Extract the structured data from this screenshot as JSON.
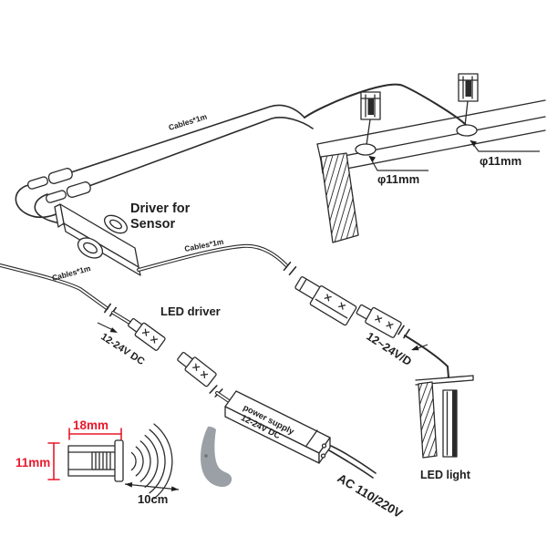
{
  "labels": {
    "driver_for_sensor": {
      "line1": "Driver for",
      "line2": "Sensor"
    },
    "cables": {
      "top": "Cables*1m",
      "middle": "Cables*1m",
      "left": "Cables*1m"
    },
    "led_driver": "LED driver",
    "led_light": "LED light",
    "power_supply": {
      "line1": "power supply",
      "line2": "12-24V DC"
    },
    "ac_input": "AC 110/220V",
    "dc_left": "12-24V DC",
    "dc_right": "12~24V/D",
    "hole_left": "φ11mm",
    "hole_right": "φ11mm"
  },
  "sensor_inset": {
    "width": "18mm",
    "height": "11mm",
    "range": "10cm"
  },
  "colors": {
    "line": "#2b2b2b",
    "dimension_red": "#e8192c",
    "silhouette_gray": "#9aa0a6",
    "background": "#ffffff"
  }
}
